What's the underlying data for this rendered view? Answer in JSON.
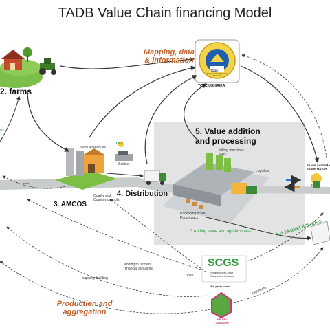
{
  "title": "TADB Value Chain financing Model",
  "nodes": {
    "farms": "2. farms",
    "amcos": "3. AMCOS",
    "distribution": "4. Distribution",
    "value_addition": "5. Value addition\nand processing",
    "tcdc_caption": "TCDC USHIRIKA",
    "tcdc_seal_line1": "TCDC",
    "tcdc_seal_line2": "Together We Build Our Economy",
    "trade_system": "TRADE SYSTEM &\nTRADE MATCH",
    "tmx": "TMX",
    "scgs": "SCGS",
    "scgs_sub": "Smallholder Credit\nGuarantee Scheme",
    "third_party": "3rd party banks",
    "mfumo": "MFUMO\nJUMUISHI"
  },
  "labels": {
    "mapping": "Mapping, data\n& information",
    "silos_warehouse": "Silos/ warehouse",
    "scales": "Scales",
    "quality": "Quality and\nQuantity controls",
    "road": "road",
    "milling": "Milling machines\nSilos",
    "logistics": "Logistics",
    "packaging": "Packaging scale\nPouch pack",
    "adding_value": "1.3 Adding value and agri-business",
    "market_linkages": "1.4 Market linkages",
    "lending": "lending to farmers\n(financial inclusion)",
    "loan": "loan",
    "capacity": "capacity building",
    "payments": "payments",
    "production": "Production and\naggregation",
    "input": "put"
  },
  "colors": {
    "accent_orange": "#c0622a",
    "green": "#2e9a3e",
    "processing_box": "#e2e3e3",
    "arrow": "#333333"
  }
}
